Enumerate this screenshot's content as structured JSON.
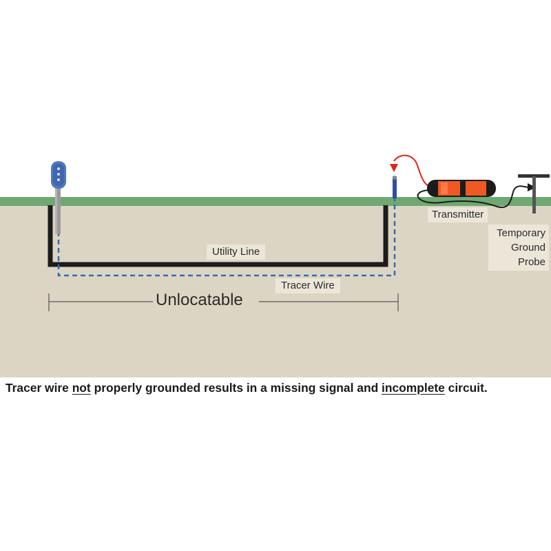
{
  "labels": {
    "utility_line": "Utility Line",
    "tracer_wire": "Tracer Wire",
    "unlocatable": "Unlocatable",
    "transmitter": "Transmitter",
    "ground_probe": "Temporary Ground Probe"
  },
  "caption": {
    "part1": "Tracer wire ",
    "em1": "not",
    "part2": " properly grounded results in a missing signal and ",
    "em2": "incomplete",
    "part3": " circuit."
  },
  "colors": {
    "sky": "#ffffff",
    "grass": "#6fa872",
    "soil": "#ddd5c3",
    "utility_line": "#1c1c1c",
    "tracer_wire": "#2f6db5",
    "transmitter_body": "#ef5a24",
    "signal_arrow": "#e2231a",
    "label_background": "#ece6d9"
  },
  "icons": {
    "test_station": "test-station-post-icon",
    "connection": "red-arrow-clip-icon",
    "transmitter": "transmitter-device-icon",
    "probe": "t-handle-ground-probe-icon"
  }
}
